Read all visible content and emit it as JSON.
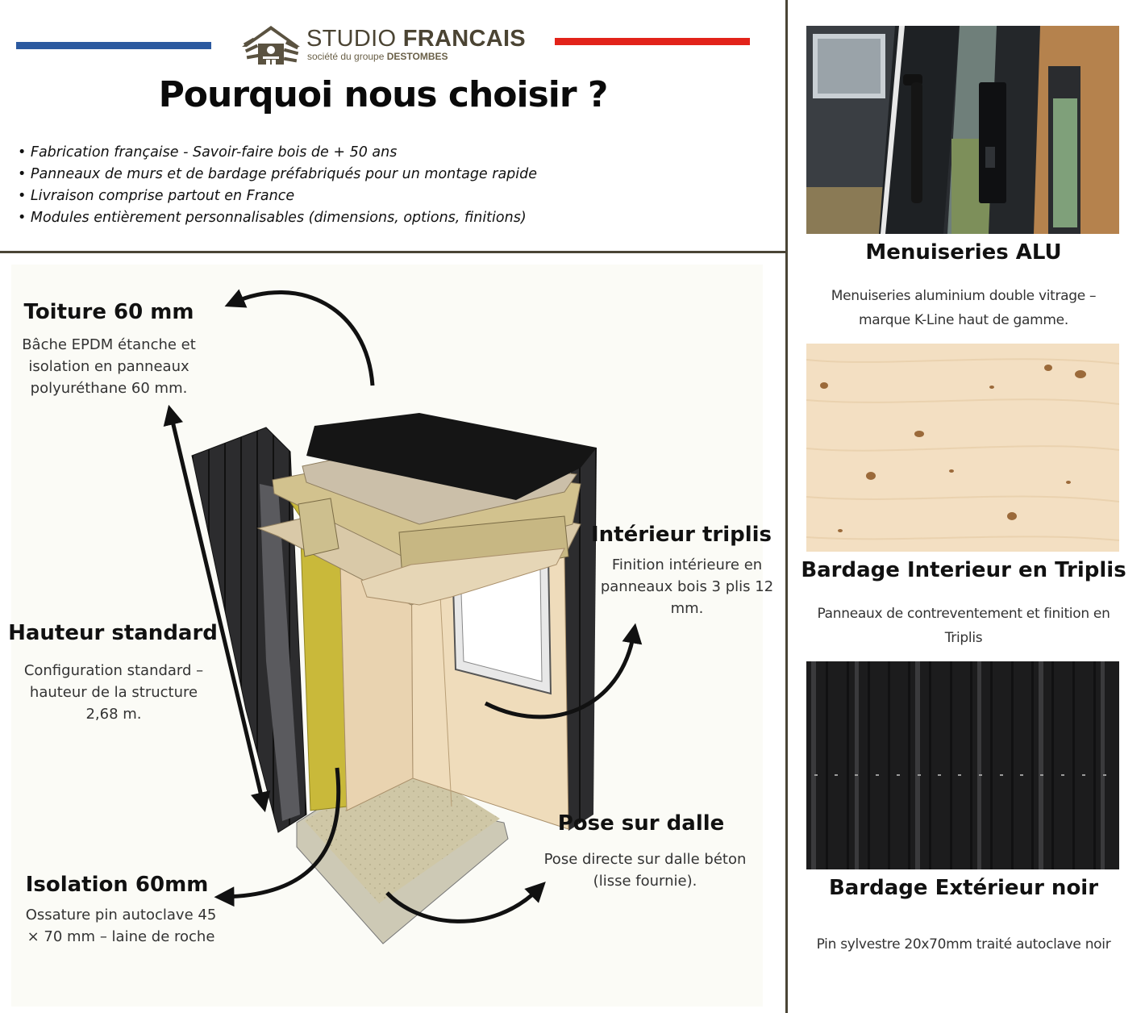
{
  "brand": {
    "name_light": "STUDIO ",
    "name_bold": "FRANCAIS",
    "tagline_prefix": "société du groupe ",
    "tagline_bold": "DESTOMBES"
  },
  "colors": {
    "flag_blue": "#2c5aa0",
    "flag_red": "#e2231a",
    "brand_brown": "#4b4433"
  },
  "title": "Pourquoi nous choisir ?",
  "bullets": [
    "• Fabrication française - Savoir-faire bois de + 50 ans",
    "• Panneaux de murs et de bardage préfabriqués pour un montage rapide",
    "• Livraison comprise partout en France",
    "• Modules entièrement personnalisables (dimensions, options, finitions)"
  ],
  "diagram": {
    "toiture": {
      "title": "Toiture 60 mm",
      "text": "Bâche EPDM étanche et isolation en panneaux polyuréthane 60 mm."
    },
    "hauteur": {
      "title": "Hauteur standard",
      "text": "Configuration standard – hauteur de la structure 2,68 m."
    },
    "isolation": {
      "title": "Isolation 60mm",
      "text": "Ossature pin autoclave 45 × 70 mm – laine de roche"
    },
    "interieur": {
      "title": "Intérieur triplis",
      "text": "Finition intérieure en panneaux bois 3 plis 12 mm."
    },
    "pose": {
      "title": "Pose sur dalle",
      "text": "Pose directe sur dalle béton (lisse fournie)."
    }
  },
  "features": [
    {
      "title": "Menuiseries ALU",
      "text": "Menuiseries aluminium double vitrage – marque K-Line haut de gamme."
    },
    {
      "title": "Bardage Interieur en Triplis",
      "text": "Panneaux de contreventement et finition en Triplis"
    },
    {
      "title": "Bardage Extérieur noir",
      "text": "Pin sylvestre 20x70mm traité autoclave noir"
    }
  ]
}
